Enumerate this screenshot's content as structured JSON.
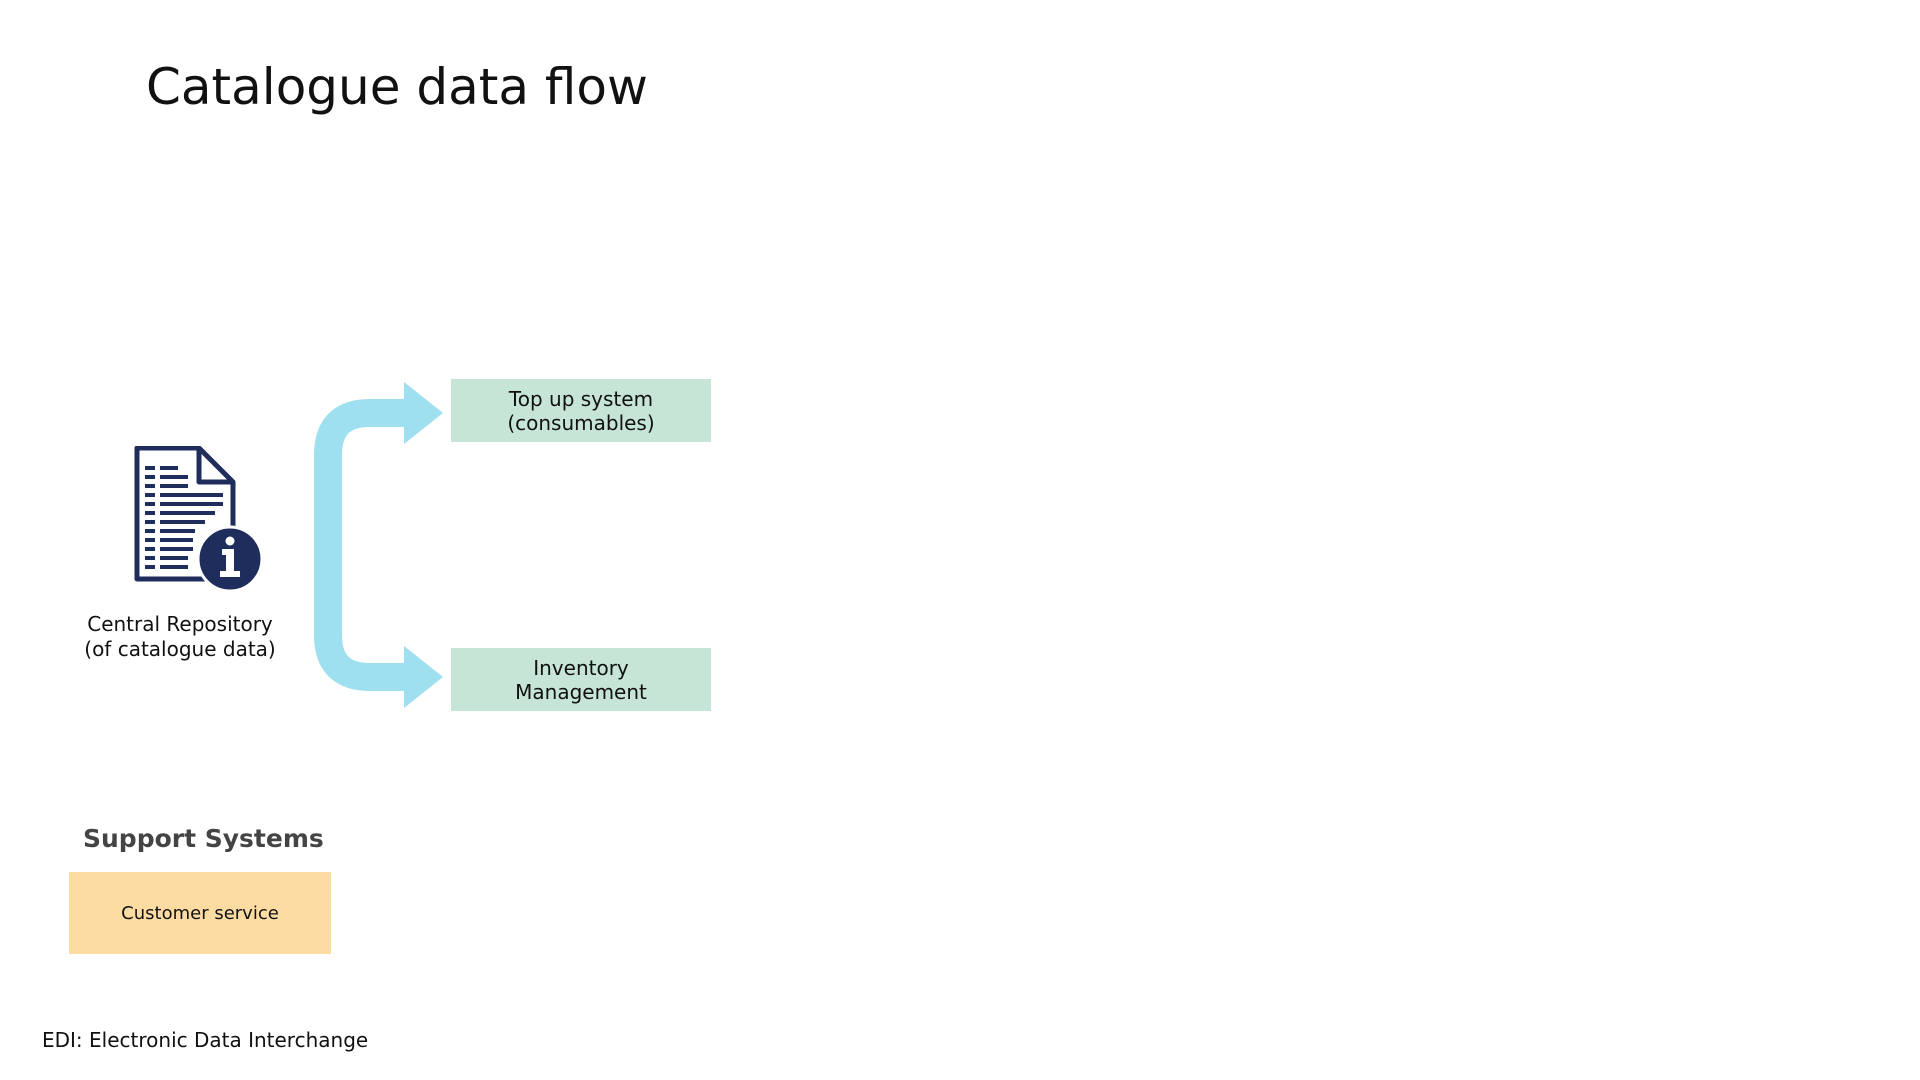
{
  "title": "Catalogue data flow",
  "repository": {
    "icon": "document-info-icon",
    "label_line1": "Central Repository",
    "label_line2": "(of catalogue data)"
  },
  "targets": [
    {
      "line1": "Top up system",
      "line2": "(consumables)"
    },
    {
      "line1": "Inventory",
      "line2": "Management"
    }
  ],
  "support": {
    "heading": "Support Systems",
    "items": [
      {
        "label": "Customer service"
      }
    ]
  },
  "footnote": "EDI: Electronic Data Interchange",
  "colors": {
    "arrow": "#9ee0ef",
    "target_box": "#c6e5d7",
    "support_box": "#fddca3",
    "icon": "#1f2d5c",
    "heading": "#444444"
  }
}
